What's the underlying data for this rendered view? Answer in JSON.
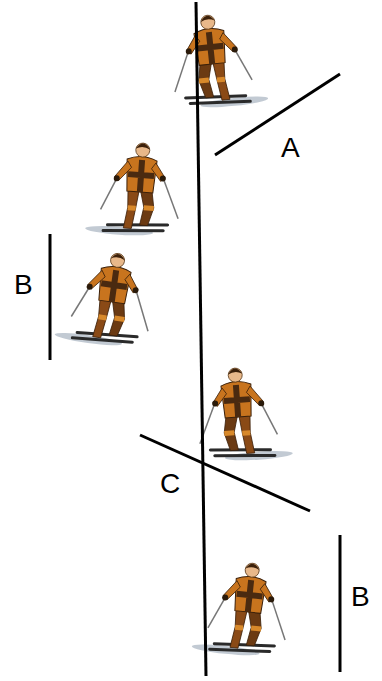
{
  "diagram": {
    "labels": [
      "A",
      "B",
      "C",
      "B"
    ]
  }
}
